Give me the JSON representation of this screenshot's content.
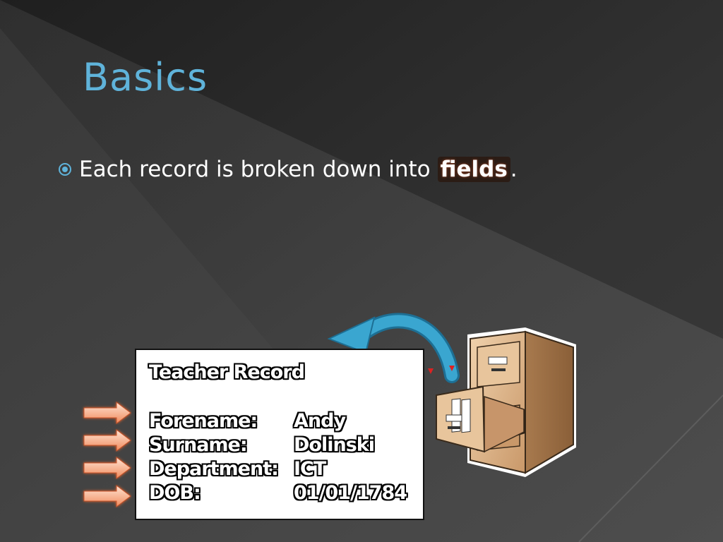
{
  "slide": {
    "title": "Basics",
    "bullet": {
      "text": "Each record is broken down into ",
      "emphasis": "fields",
      "suffix": "."
    }
  },
  "record_card": {
    "title": "Teacher Record",
    "fields": [
      {
        "label": "Forename:",
        "value": "Andy"
      },
      {
        "label": "Surname:",
        "value": "Dolinski"
      },
      {
        "label": "Department:",
        "value": "ICT"
      },
      {
        "label": "DOB:",
        "value": "01/01/1784"
      }
    ]
  },
  "icons": {
    "bullet": "target-circle-icon",
    "arrows": "right-arrow-icon",
    "curve": "curved-arrow-icon",
    "cabinet": "filing-cabinet-icon"
  },
  "colors": {
    "title": "#5fb3da",
    "arrow_fill": "#f4a27c",
    "curve_arrow": "#3aa6d0",
    "cabinet": "#d9b48a"
  }
}
